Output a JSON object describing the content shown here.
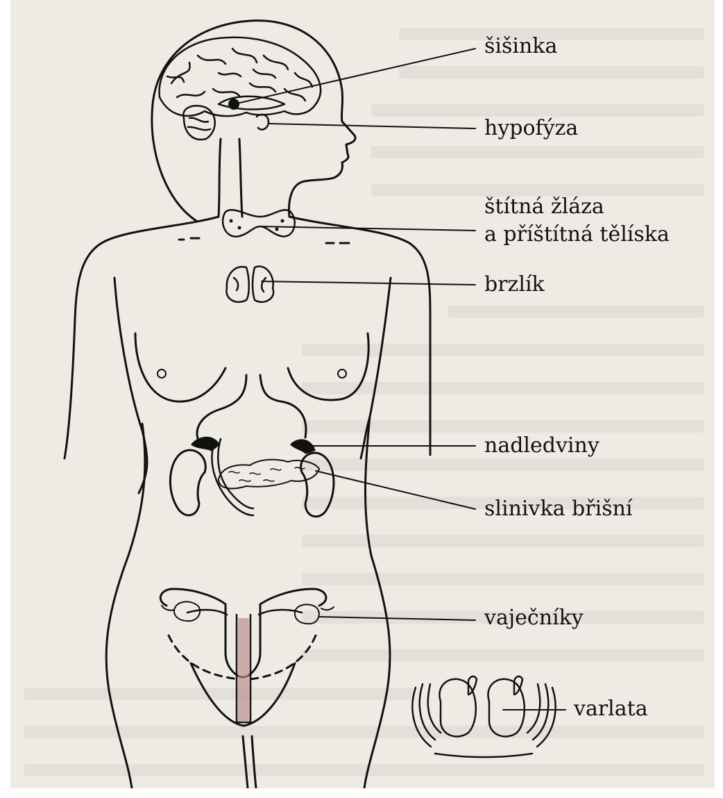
{
  "labels": {
    "sisinka": "šišinka",
    "hypofyza": "hypofýza",
    "stitna_line1": "štítná žláza",
    "stitna_line2": "a příštítná tělíska",
    "brzlik": "brzlík",
    "nadledviny": "nadledviny",
    "slinivka": "slinivka břišní",
    "vajecniky": "vaječníky",
    "varlata": "varlata"
  },
  "colors": {
    "paper": "#eeebe5",
    "ink": "#111111",
    "ghost_text": "#dcd7cf",
    "uterus_stripe": "#b98a8a"
  }
}
